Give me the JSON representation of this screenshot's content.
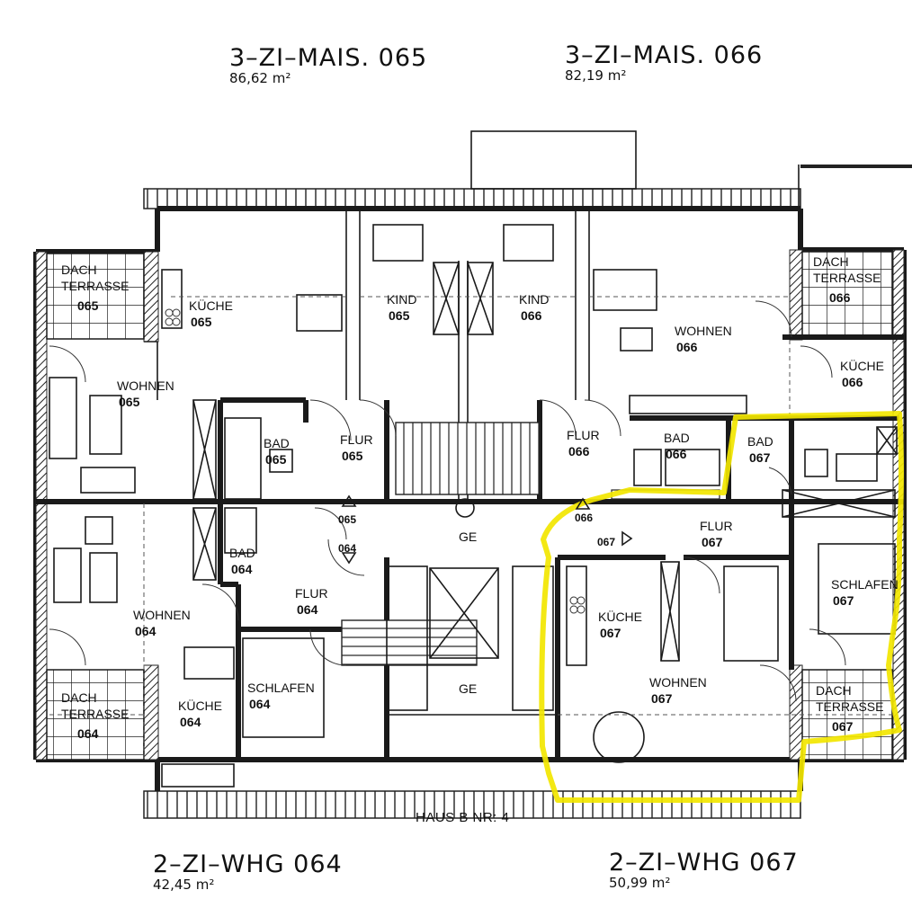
{
  "units": {
    "u065": {
      "title": "3–ZI–MAIS. 065",
      "area": "86,62 m²"
    },
    "u066": {
      "title": "3–ZI–MAIS. 066",
      "area": "82,19 m²"
    },
    "u064": {
      "title": "2–ZI–WHG 064",
      "area": "42,45 m²"
    },
    "u067": {
      "title": "2–ZI–WHG 067",
      "area": "50,99 m²"
    }
  },
  "rooms": {
    "dach_065": {
      "name": "DACH TERRASSE",
      "num": "065"
    },
    "kueche_065": {
      "name": "KÜCHE",
      "num": "065"
    },
    "kind_065": {
      "name": "KIND",
      "num": "065"
    },
    "kind_066": {
      "name": "KIND",
      "num": "066"
    },
    "wohnen_066": {
      "name": "WOHNEN",
      "num": "066"
    },
    "dach_066": {
      "name": "DACH TERRASSE",
      "num": "066"
    },
    "kueche_066": {
      "name": "KÜCHE",
      "num": "066"
    },
    "wohnen_065": {
      "name": "WOHNEN",
      "num": "065"
    },
    "bad_065": {
      "name": "BAD",
      "num": "065"
    },
    "flur_065": {
      "name": "FLUR",
      "num": "065"
    },
    "flur_066": {
      "name": "FLUR",
      "num": "066"
    },
    "bad_066": {
      "name": "BAD",
      "num": "066"
    },
    "bad_067": {
      "name": "BAD",
      "num": "067"
    },
    "bad_064": {
      "name": "BAD",
      "num": "064"
    },
    "flur_064": {
      "name": "FLUR",
      "num": "064"
    },
    "ge_upper": {
      "name": "GE"
    },
    "flur_067": {
      "name": "FLUR",
      "num": "067"
    },
    "schlafen_067": {
      "name": "SCHLAFEN",
      "num": "067"
    },
    "wohnen_064": {
      "name": "WOHNEN",
      "num": "064"
    },
    "kueche_067": {
      "name": "KÜCHE",
      "num": "067"
    },
    "schlafen_064": {
      "name": "SCHLAFEN",
      "num": "064"
    },
    "ge_lower": {
      "name": "GE"
    },
    "wohnen_067": {
      "name": "WOHNEN",
      "num": "067"
    },
    "dach_064": {
      "name": "DACH TERRASSE",
      "num": "064"
    },
    "kueche_064": {
      "name": "KÜCHE",
      "num": "064"
    },
    "dach_067": {
      "name": "DACH TERRASSE",
      "num": "067"
    }
  },
  "door_marks": {
    "d065": "065",
    "d064": "064",
    "d066": "066",
    "d067": "067"
  },
  "building_label": "HAUS B NR: 4",
  "highlight_color": "#f2e600"
}
